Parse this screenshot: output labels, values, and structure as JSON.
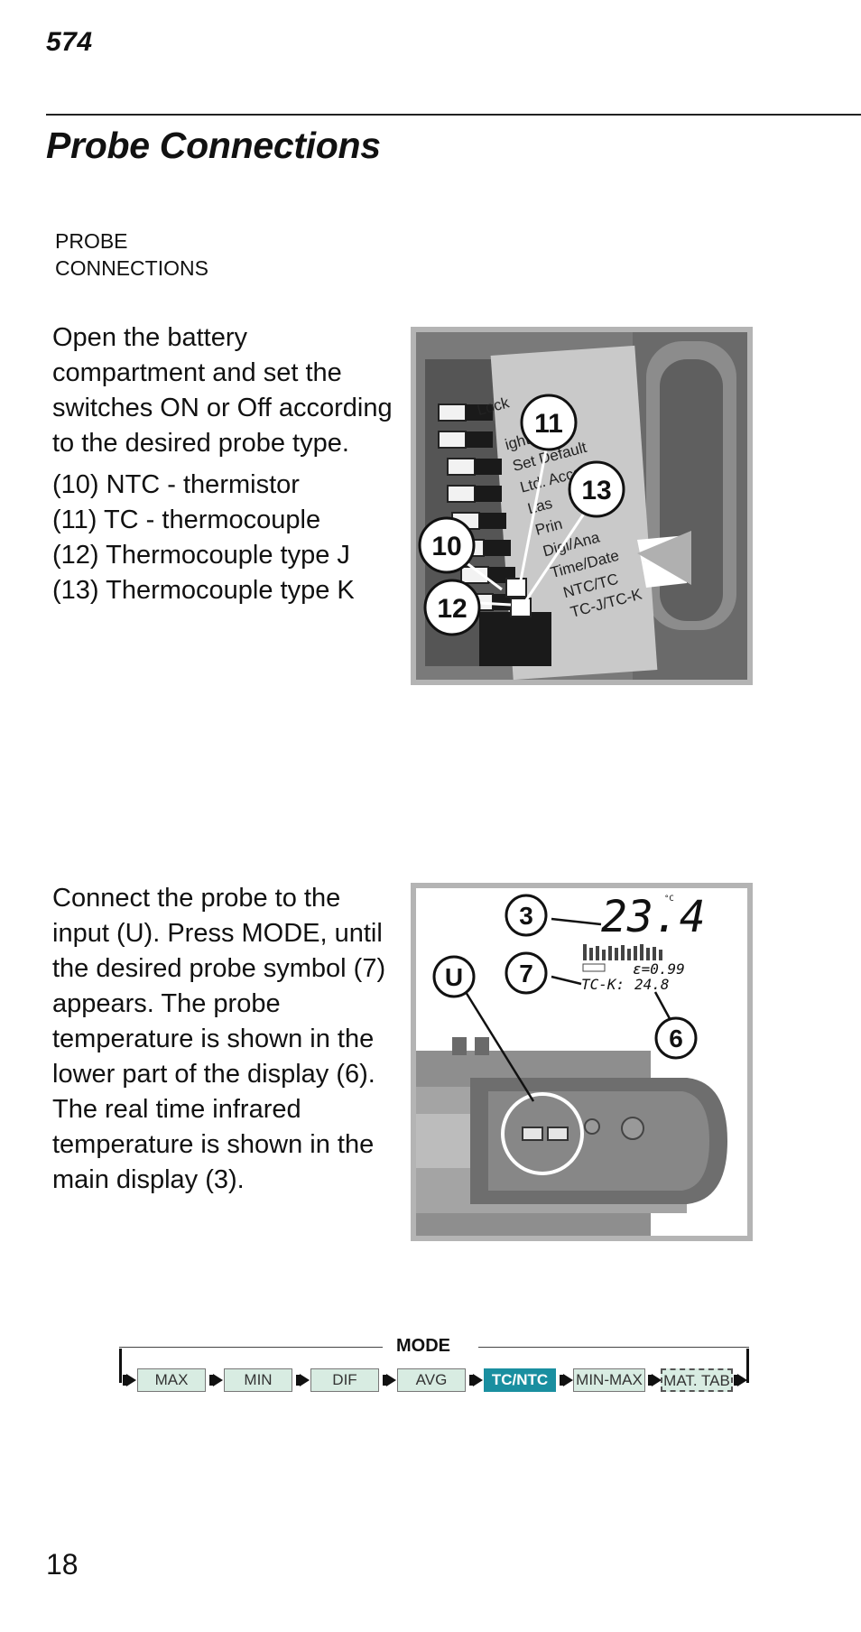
{
  "header": {
    "model": "574",
    "title": "Probe Connections"
  },
  "section_label": [
    "PROBE",
    "CONNECTIONS"
  ],
  "intro_text": "Open the battery compartment and set the switches ON or Off according to the desired probe type.",
  "switch_list": [
    "(10) NTC - thermistor",
    "(11) TC - thermocouple",
    "(12) Thermocouple type J",
    "(13) Thermocouple type K"
  ],
  "figure1": {
    "menu_labels": [
      "Lock",
      "ight",
      "Set Default",
      "Ltd. Access",
      "Las",
      "Prin",
      "Digi/Ana",
      "Time/Date",
      "NTC/TC",
      "TC-J/TC-K"
    ],
    "callouts": [
      "11",
      "13",
      "10",
      "12"
    ]
  },
  "connect_text": "Connect the probe to the input (U).  Press MODE, until the desired probe symbol (7) appears. The probe temperature is shown in the lower part of the display (6). The real time infrared temperature is shown in the main display (3).",
  "figure2": {
    "main_reading": "23.4",
    "unit": "°C",
    "emissivity": "ε=0.99",
    "probe_label": "TC-K:",
    "probe_reading": "24.8",
    "callouts": [
      "3",
      "7",
      "U",
      "6"
    ]
  },
  "mode_bar": {
    "label": "MODE",
    "items": [
      "MAX",
      "MIN",
      "DIF",
      "AVG",
      "TC/NTC",
      "MIN-MAX",
      "MAT. TAB"
    ],
    "active": "TC/NTC"
  },
  "page_number": "18"
}
